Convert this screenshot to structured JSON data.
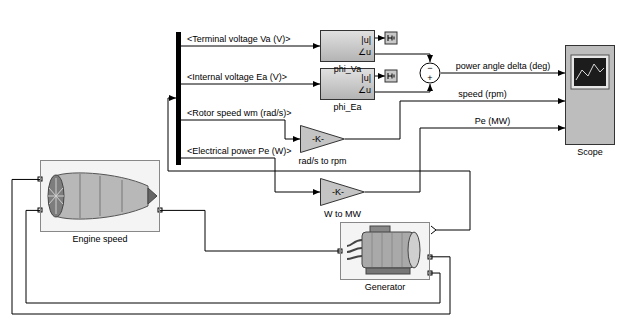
{
  "diagram": {
    "nodes": [
      {
        "text": [
          "|u|",
          "∠u",
          "phi_Va"
        ]
      },
      {
        "text": [
          "|u|",
          "∠u",
          "phi_Ea"
        ]
      },
      {
        "text": [
          "−",
          "+"
        ]
      },
      {
        "text": [
          "-K-",
          "rad/s to rpm"
        ]
      },
      {
        "text": [
          "-K-",
          "W to MW"
        ]
      },
      {
        "text": [
          "Scope"
        ]
      },
      {
        "text": [
          "Engine speed"
        ]
      },
      {
        "text": [
          "Generator"
        ]
      }
    ],
    "edges": [
      {
        "from": 0,
        "to": 2,
        "arrow": "to"
      },
      {
        "from": 1,
        "to": 2,
        "arrow": "to"
      },
      {
        "from": 2,
        "to": 5,
        "arrow": "to",
        "label": "power angle delta (deg)"
      },
      {
        "from": 3,
        "to": 5,
        "arrow": "to",
        "label": "speed (rpm)"
      },
      {
        "from": 4,
        "to": 5,
        "arrow": "to",
        "label": "Pe (MW)"
      },
      {
        "from": 6,
        "to": 7,
        "arrow": "none"
      },
      {
        "from": 7,
        "to": 6,
        "arrow": "none"
      },
      {
        "from": 7,
        "to": 6,
        "arrow": "none"
      }
    ],
    "labels": [
      "<Terminal voltage Va (V)>",
      "<Internal voltage Ea (V)>",
      "<Rotor speed wm (rad/s)>",
      "<Electrical power Pe (W)>"
    ]
  }
}
